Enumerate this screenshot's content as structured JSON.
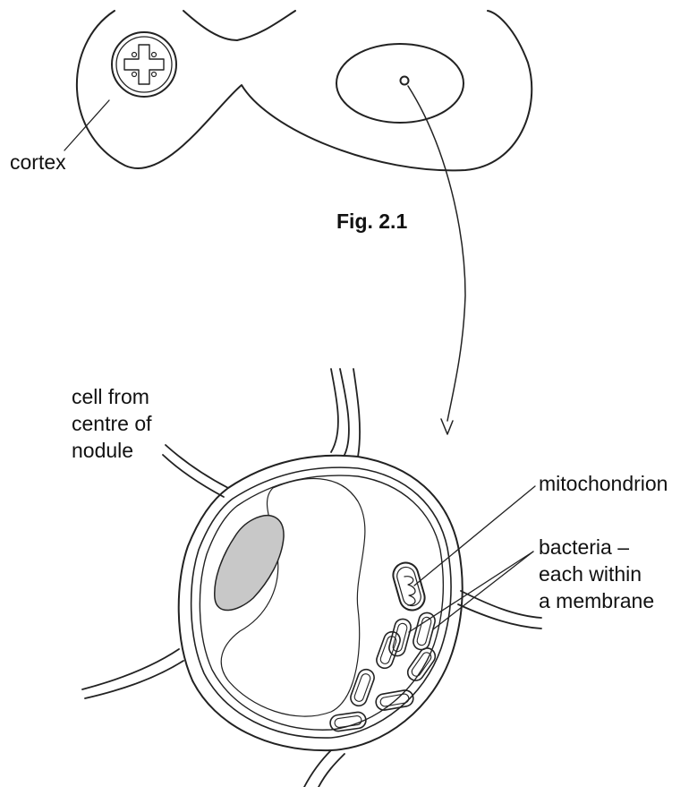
{
  "figure": {
    "caption": "Fig. 2.1"
  },
  "labels": {
    "cortex": "cortex",
    "cell_from_centre": [
      "cell from",
      "centre of",
      "nodule"
    ],
    "mitochondrion": "mitochondrion",
    "bacteria": [
      "bacteria –",
      "each within",
      "a membrane"
    ]
  },
  "colors": {
    "stroke": "#222222",
    "nucleus_fill": "#c8c8c8"
  }
}
